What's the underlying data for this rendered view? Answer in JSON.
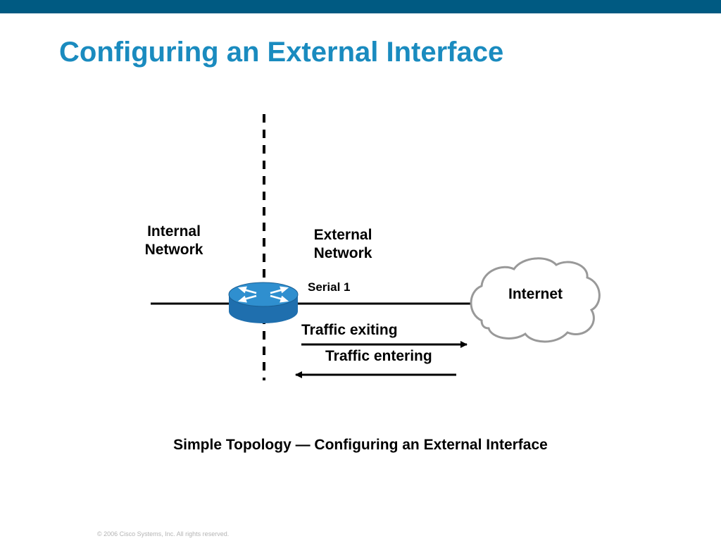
{
  "slide": {
    "title": "Configuring an External Interface",
    "caption": "Simple Topology — Configuring an External Interface",
    "copyright": "© 2006 Cisco Systems, Inc. All rights reserved."
  },
  "diagram": {
    "internal_network": {
      "line1": "Internal",
      "line2": "Network"
    },
    "external_network": {
      "line1": "External",
      "line2": "Network"
    },
    "interface_label": "Serial 1",
    "cloud_label": "Internet",
    "traffic_exiting": "Traffic exiting",
    "traffic_entering": "Traffic entering",
    "router_icon": "router-icon",
    "cloud_icon": "cloud-icon"
  },
  "colors": {
    "header_bar": "#005a82",
    "title": "#1a8bbf",
    "router_top": "#2f8fcf",
    "router_side": "#1f6fae",
    "cloud_outline": "#999999"
  }
}
